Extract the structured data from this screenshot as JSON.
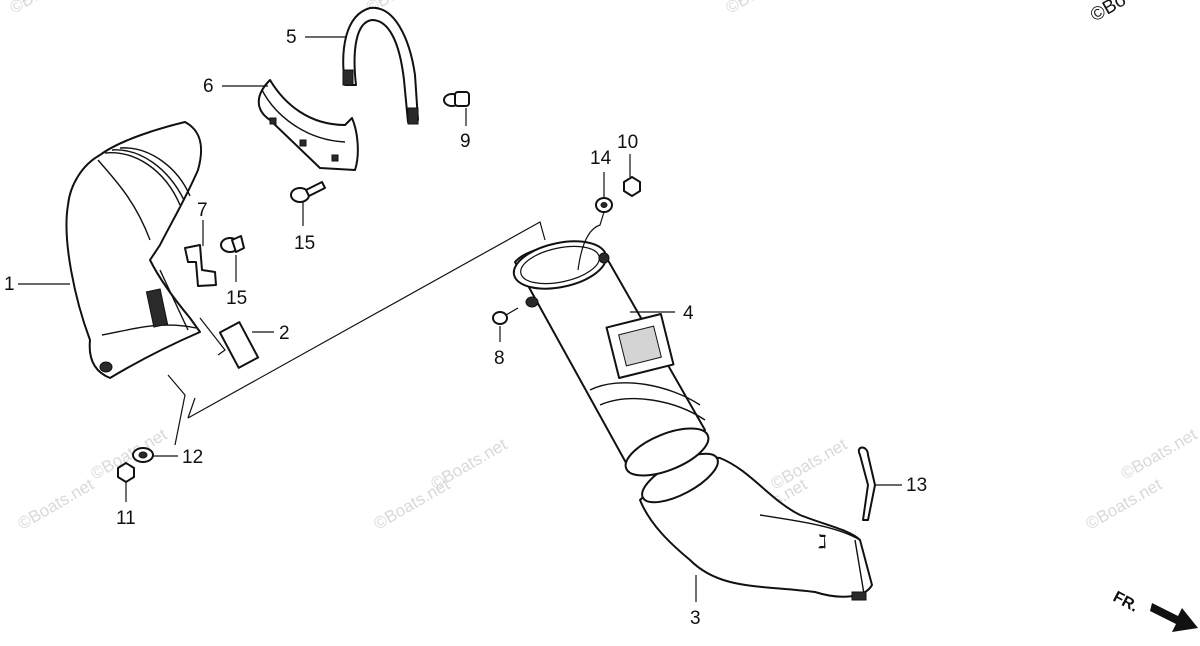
{
  "callouts": {
    "c1": "1",
    "c2": "2",
    "c3": "3",
    "c4": "4",
    "c5": "5",
    "c6": "6",
    "c7": "7",
    "c8": "8",
    "c9": "9",
    "c10": "10",
    "c11": "11",
    "c12": "12",
    "c13": "13",
    "c14": "14",
    "c15a": "15",
    "c15b": "15"
  },
  "watermark": {
    "text": "©Boats.net",
    "corner": "©Bo"
  },
  "direction_label": "FR."
}
